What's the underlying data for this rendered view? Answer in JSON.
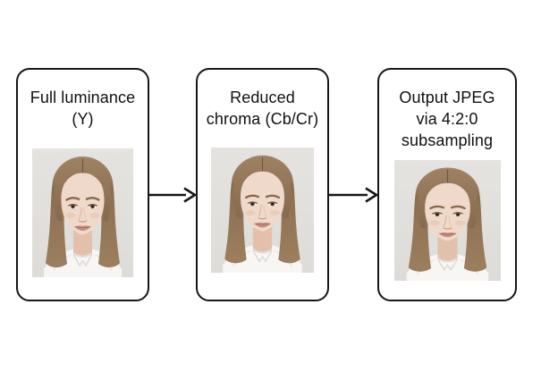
{
  "diagram": {
    "description": "JPEG 4:2:0 chroma subsampling pipeline",
    "background_color": "#ffffff",
    "box_border_color": "#161616",
    "text_color": "#101010",
    "steps": [
      {
        "id": "full-luminance",
        "lines": [
          "Full luminance",
          "(Y)"
        ],
        "image": "woman-portrait-photo"
      },
      {
        "id": "reduced-chroma",
        "lines": [
          "Reduced",
          "chroma (Cb/Cr)"
        ],
        "image": "woman-portrait-photo"
      },
      {
        "id": "output-jpeg",
        "lines": [
          "Output JPEG",
          "via 4:2:0",
          "subsampling"
        ],
        "image": "woman-portrait-photo"
      }
    ],
    "arrows": [
      {
        "from": "full-luminance",
        "to": "reduced-chroma",
        "direction": "right"
      },
      {
        "from": "reduced-chroma",
        "to": "output-jpeg",
        "direction": "right"
      }
    ],
    "photo_palette": {
      "background": "#e3e1dd",
      "hair": "#8a6d50",
      "skin": "#eed9cb",
      "blouse": "#f7f6f4"
    }
  }
}
